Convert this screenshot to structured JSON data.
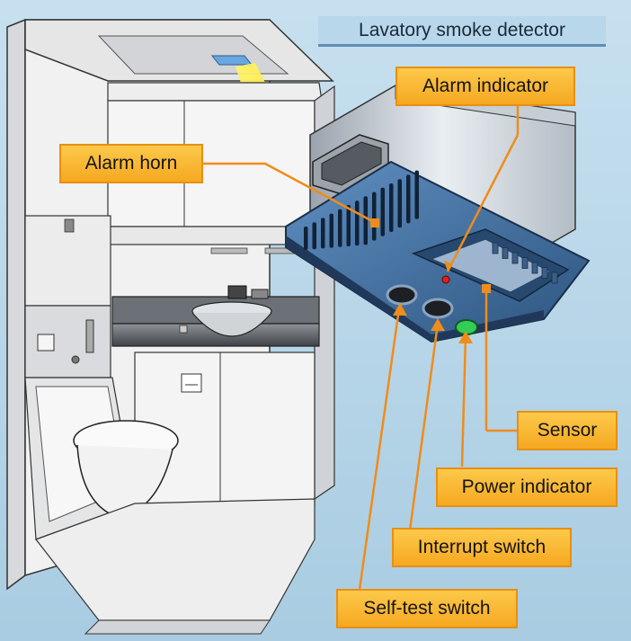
{
  "title": "Lavatory smoke detector",
  "labels": {
    "alarm_indicator": "Alarm indicator",
    "alarm_horn": "Alarm horn",
    "sensor": "Sensor",
    "power_indicator": "Power indicator",
    "interrupt_switch": "Interrupt switch",
    "self_test_switch": "Self-test switch"
  },
  "colors": {
    "background": "#b9d7ea",
    "callout_fill": "#fbb83a",
    "callout_border": "#e88f12",
    "leader_line": "#f08c1a",
    "detector_blue": "#3f6f9e",
    "light_beam": "#ffe640",
    "alarm_led": "#e0201a",
    "power_led": "#33cc55"
  }
}
